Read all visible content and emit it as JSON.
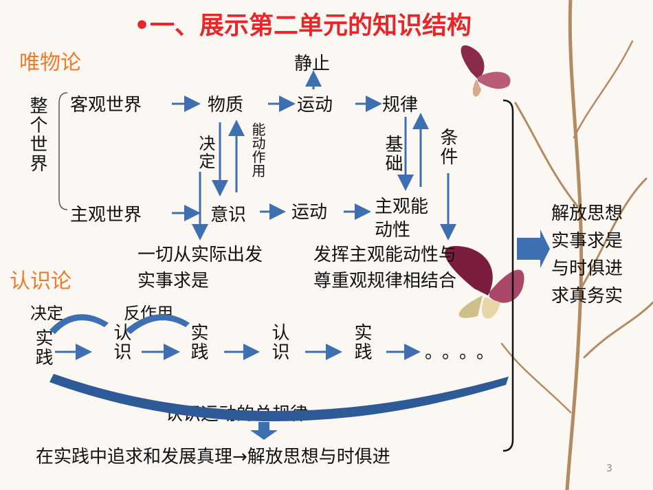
{
  "title": "•一、展示第二单元的知识结构",
  "materialism": {
    "section": "唯物论",
    "whole_world": "整个世界",
    "objective_world": "客观世界",
    "matter": "物质",
    "motion_top": "运动",
    "law": "规律",
    "rest": "静止",
    "determines": "决定",
    "reacts": "能动作用",
    "basis": "基础",
    "condition": "条件",
    "subjective_world": "主观世界",
    "consciousness": "意识",
    "motion_bottom": "运动",
    "initiative_line1": "主观能",
    "initiative_line2": "动性",
    "conclusion_left_1": "一切从实际出发",
    "conclusion_left_2": "实事求是",
    "conclusion_right_1": "发挥主观能动性与",
    "conclusion_right_2": "尊重观规律相结合"
  },
  "result_box": [
    "解放思想",
    "实事求是",
    "与时俱进",
    "求真务实"
  ],
  "epistemology": {
    "section": "认识论",
    "decides": "决定",
    "reacts": "反作用",
    "chain": [
      "实践",
      "认识",
      "实践",
      "认识",
      "实践"
    ],
    "ellipsis": "。。。。",
    "general_law": "认识运动的总规律",
    "bottom_line": "在实践中追求和发展真理→解放思想与时俱进"
  },
  "page_number": "3",
  "colors": {
    "title": "#e8262a",
    "section": "#f07a2a",
    "arrow": "#3e6fb0",
    "arrow_dark": "#2f5a98"
  }
}
